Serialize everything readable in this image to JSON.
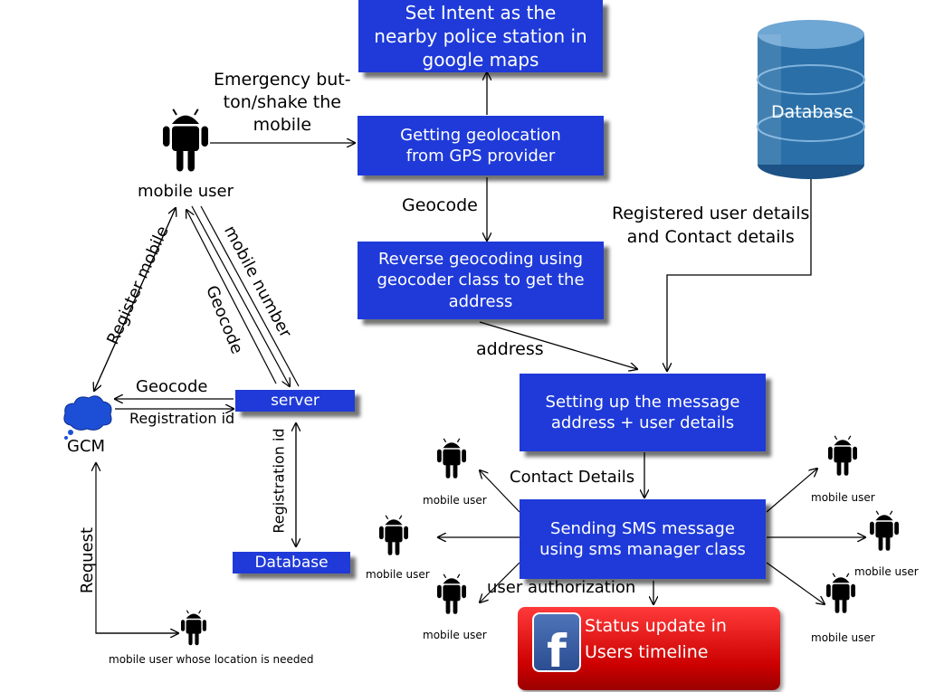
{
  "boxes": {
    "set_intent": "Set Intent as the nearby police station in google maps",
    "getting_geo": "Getting geolocation from GPS provider",
    "reverse_geo": "Reverse geocoding using geocoder class to get the address",
    "setting_msg_l1": "Setting up the message",
    "setting_msg_l2": "address + user details",
    "sending_sms_l1": "Sending SMS message",
    "sending_sms_l2": "using sms manager class",
    "server": "server",
    "database_small": "Database",
    "database_cyl": "Database",
    "facebook_l1": "Status update in",
    "facebook_l2": "Users timeline",
    "facebook_logo": "f"
  },
  "labels": {
    "emergency_l1": "Emergency but-",
    "emergency_l2": "ton/shake the",
    "emergency_l3": "mobile",
    "mobile_user_main": "mobile user",
    "geocode_mid": "Geocode",
    "registered_l1": "Registered user details",
    "registered_l2": "and Contact details",
    "address": "address",
    "register_mobile": "Register mobile",
    "mobile_number": "mobile number",
    "geocode_rot": "Geocode",
    "geocode_gcm": "Geocode",
    "registration_id_gcm": "Registration id",
    "gcm": "GCM",
    "registration_id_vert": "Registration id",
    "request": "Request",
    "mobile_user_location": "mobile user whose location is needed",
    "contact_details": "Contact Details",
    "user_authorization": "user authorization",
    "mu_top_left": "mobile user",
    "mu_mid_left": "mobile user",
    "mu_bot_left": "mobile user",
    "mu_top_right": "mobile user",
    "mu_mid_right": "mobile user",
    "mu_bot_right": "mobile user"
  },
  "colors": {
    "box_blue": "#1f3ad8",
    "database_blue": "#2a6fa8",
    "facebook_red": "#d81e1e",
    "gcm_blue": "#1d4fd6"
  },
  "icons": [
    "android-icon",
    "cloud-icon",
    "database-icon",
    "facebook-icon"
  ]
}
